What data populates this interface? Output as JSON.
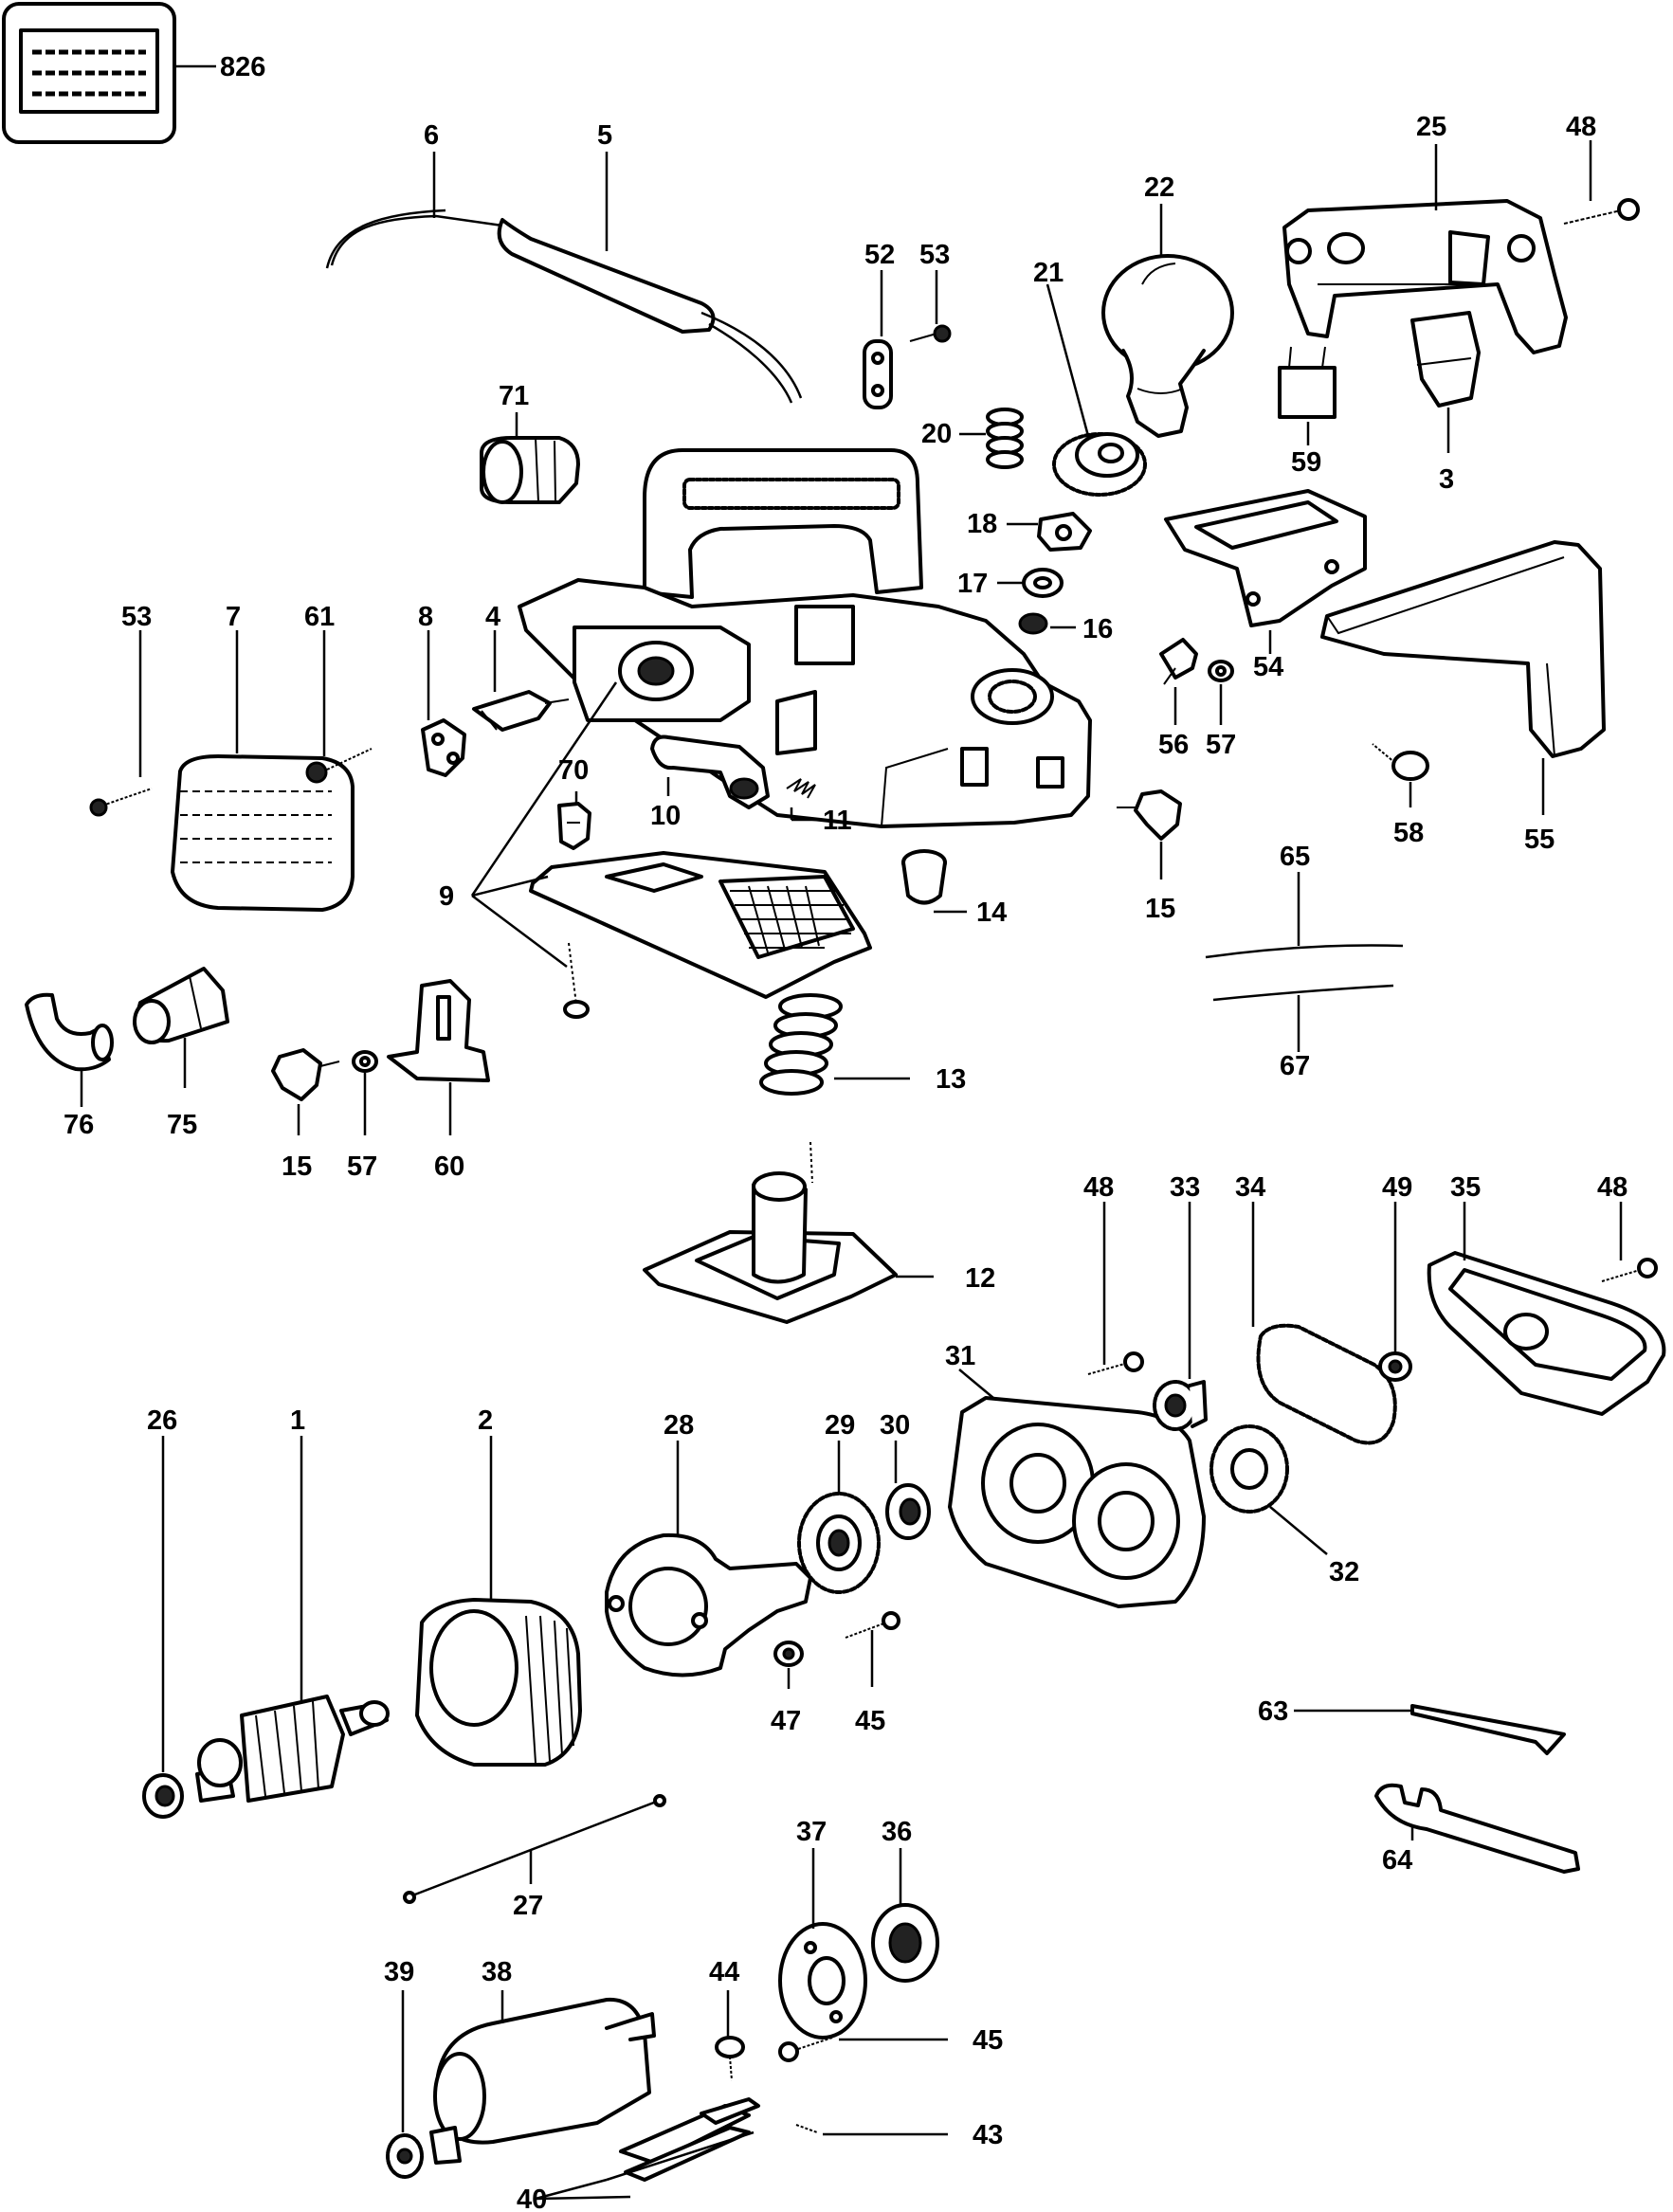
{
  "labels": {
    "l826": "826",
    "l6": "6",
    "l5": "5",
    "l52": "52",
    "l53a": "53",
    "l22": "22",
    "l21": "21",
    "l25": "25",
    "l48a": "48",
    "l71": "71",
    "l20": "20",
    "l59": "59",
    "l3": "3",
    "l18": "18",
    "l17": "17",
    "l16": "16",
    "l53b": "53",
    "l7": "7",
    "l61": "61",
    "l8": "8",
    "l4": "4",
    "l56": "56",
    "l57a": "57",
    "l54": "54",
    "l58": "58",
    "l55": "55",
    "l70": "70",
    "l10": "10",
    "l11": "11",
    "l9": "9",
    "l14": "14",
    "l15a": "15",
    "l65": "65",
    "l67": "67",
    "l76": "76",
    "l75": "75",
    "l15b": "15",
    "l57b": "57",
    "l60": "60",
    "l13": "13",
    "l12": "12",
    "l48b": "48",
    "l33": "33",
    "l34": "34",
    "l49": "49",
    "l35": "35",
    "l48c": "48",
    "l31": "31",
    "l26": "26",
    "l1": "1",
    "l2": "2",
    "l28": "28",
    "l29": "29",
    "l30": "30",
    "l32": "32",
    "l47": "47",
    "l45a": "45",
    "l63": "63",
    "l64": "64",
    "l27": "27",
    "l37": "37",
    "l36": "36",
    "l39": "39",
    "l38": "38",
    "l44": "44",
    "l45b": "45",
    "l43": "43",
    "l40": "40"
  }
}
